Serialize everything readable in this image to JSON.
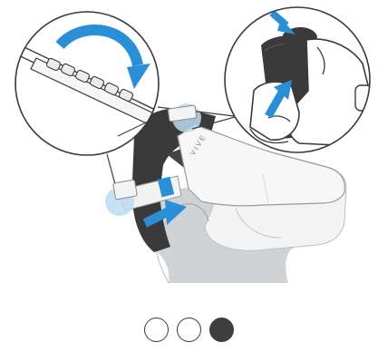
{
  "illustration": {
    "brand_text": "VIVE",
    "accent_color": "#2a8fd6",
    "highlight_color": "#bcdcf2",
    "strap_color": "#3a3a3a",
    "head_color": "#d0d3d5"
  },
  "carousel": {
    "total_steps": 3,
    "current_step": 3,
    "dots": [
      {
        "state": "inactive"
      },
      {
        "state": "inactive"
      },
      {
        "state": "active"
      }
    ]
  }
}
